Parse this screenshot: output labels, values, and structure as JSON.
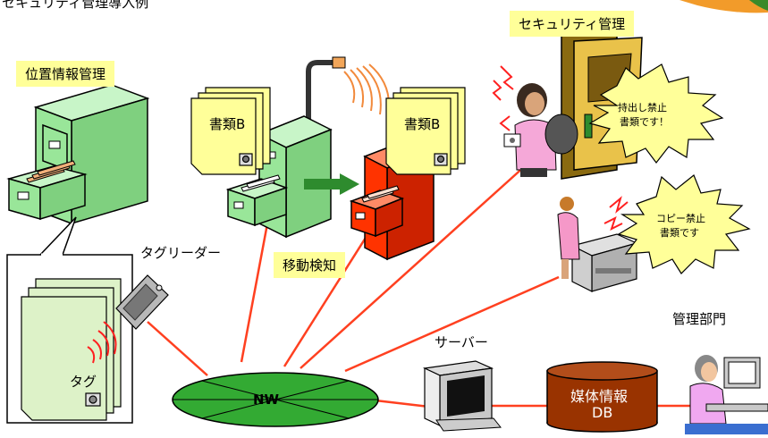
{
  "header": {
    "title": "セキュリティ管理導入例"
  },
  "labels": {
    "position_mgmt": "位置情報管理",
    "security_mgmt": "セキュリティ管理",
    "tag_reader": "タグリーダー",
    "movement": "移動検知",
    "server": "サーバー",
    "management_dept": "管理部門",
    "tag": "タグ",
    "network": "NW"
  },
  "documents": [
    {
      "label": "書類B"
    },
    {
      "label": "書類B"
    }
  ],
  "callouts": {
    "no_takeout_line1": "持出し禁止",
    "no_takeout_line2": "書類です！",
    "no_copy_line1": "コピー禁止",
    "no_copy_line2": "書類です"
  },
  "database": {
    "line1": "媒体情報",
    "line2": "DB"
  },
  "colors": {
    "link": "#ff4020",
    "cabinet_green": "#99e699",
    "cabinet_red": "#ff3300",
    "label_yellow": "#ffff99",
    "document_yellow": "#ffff99",
    "network_green": "#33aa33",
    "db_brown": "#993300"
  },
  "icons": [
    "filing-cabinet-icon",
    "document-icon",
    "tag-reader-icon",
    "lamp-icon",
    "door-icon",
    "person-icon",
    "copier-icon",
    "server-icon",
    "database-icon",
    "operator-icon",
    "arrow-icon"
  ]
}
